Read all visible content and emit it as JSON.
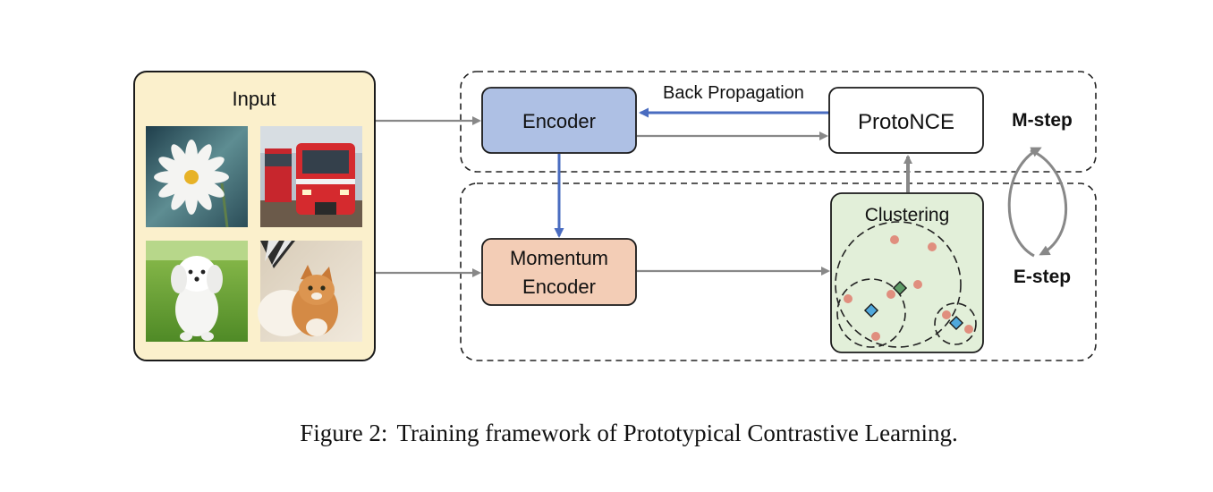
{
  "colors": {
    "input_bg": "#fbf0cc",
    "encoder_bg": "#aec0e4",
    "momentum_bg": "#f3cdb6",
    "clustering_bg": "#e2efd9",
    "blue_arrow": "#4a6cc0",
    "gray_arrow": "#888888",
    "point": "#e08e7e",
    "prototype_green": "#5e9c67",
    "prototype_blue": "#4fa8dc"
  },
  "input": {
    "title": "Input",
    "images": [
      {
        "icon": "daisy-flower-photo"
      },
      {
        "icon": "red-train-photo"
      },
      {
        "icon": "white-puppy-photo"
      },
      {
        "icon": "tabby-cat-photo"
      }
    ]
  },
  "encoder": {
    "label": "Encoder"
  },
  "momentum_encoder": {
    "line1": "Momentum",
    "line2": "Encoder"
  },
  "protonce": {
    "label": "ProtoNCE"
  },
  "back_propagation": {
    "label": "Back Propagation"
  },
  "clustering": {
    "label": "Clustering"
  },
  "em_cycle": {
    "m_step": "M-step",
    "e_step": "E-step"
  },
  "caption": {
    "figure": "Figure 2:",
    "text": "Training framework of Prototypical Contrastive Learning."
  }
}
